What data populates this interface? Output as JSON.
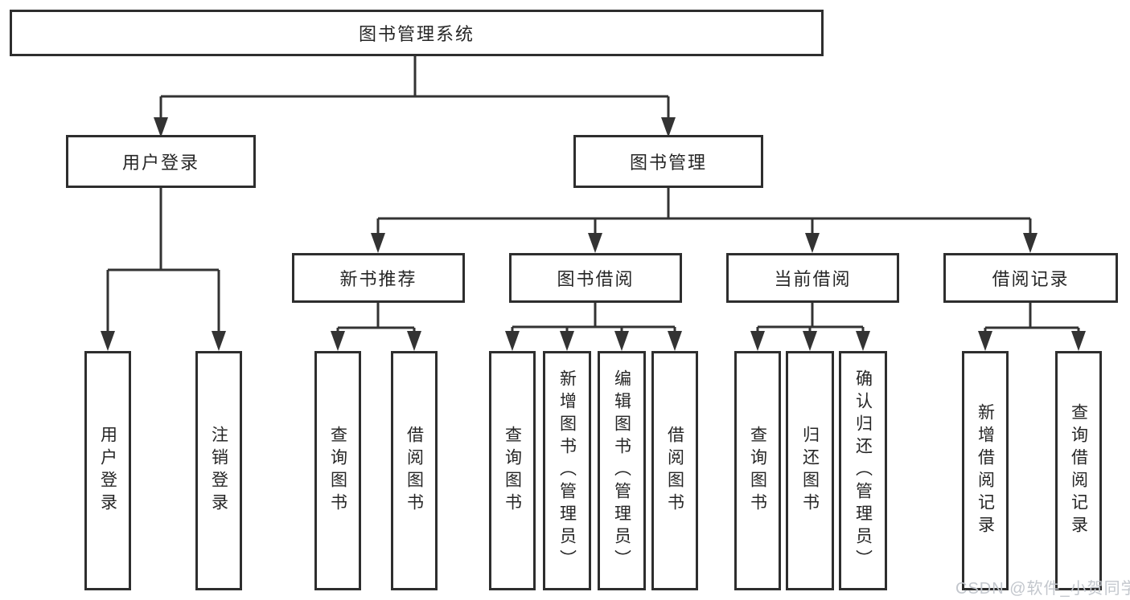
{
  "tree": {
    "label": "图书管理系统",
    "children": [
      {
        "label": "用户登录",
        "children": [
          {
            "label": "用户登录"
          },
          {
            "label": "注销登录"
          }
        ]
      },
      {
        "label": "图书管理",
        "children": [
          {
            "label": "新书推荐",
            "children": [
              {
                "label": "查询图书"
              },
              {
                "label": "借阅图书"
              }
            ]
          },
          {
            "label": "图书借阅",
            "children": [
              {
                "label": "查询图书"
              },
              {
                "label": "新增图书（管理员）"
              },
              {
                "label": "编辑图书（管理员）"
              },
              {
                "label": "借阅图书"
              }
            ]
          },
          {
            "label": "当前借阅",
            "children": [
              {
                "label": "查询图书"
              },
              {
                "label": "归还图书"
              },
              {
                "label": "确认归还（管理员）"
              }
            ]
          },
          {
            "label": "借阅记录",
            "children": [
              {
                "label": "新增借阅记录"
              },
              {
                "label": "查询借阅记录"
              }
            ]
          }
        ]
      }
    ]
  },
  "watermark": {
    "text": "CSDN @软件_小贺同学"
  },
  "colors": {
    "line": "#333333",
    "box_border": "#2e2e2e",
    "text": "#262626",
    "watermark": "#c3c7cd",
    "background": "#ffffff"
  }
}
